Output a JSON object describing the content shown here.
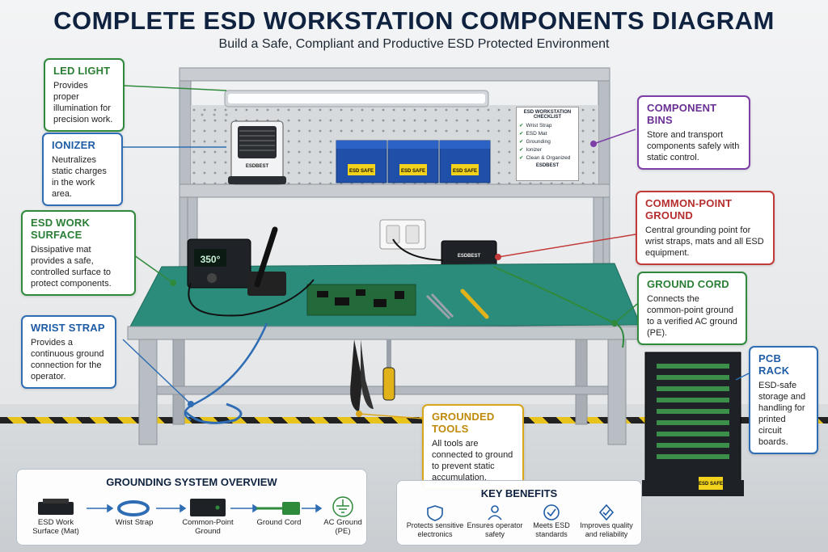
{
  "title": "COMPLETE ESD WORKSTATION COMPONENTS DIAGRAM",
  "subtitle": "Build a Safe, Compliant and Productive ESD Protected Environment",
  "colors": {
    "green": "#2f8a3c",
    "blue": "#2e6db3",
    "purple": "#7d3ea8",
    "red": "#c23a3a",
    "yellow": "#d9a61a",
    "mat": "#2c8c7c"
  },
  "callouts": {
    "led_light": {
      "title": "LED LIGHT",
      "text": "Provides proper illumination for precision work."
    },
    "ionizer": {
      "title": "IONIZER",
      "text": "Neutralizes static charges in the work area."
    },
    "esd_work_surface": {
      "title": "ESD WORK SURFACE",
      "text": "Dissipative mat provides a safe, controlled surface to protect components."
    },
    "wrist_strap": {
      "title": "WRIST STRAP",
      "text": "Provides a continuous ground connection for the operator."
    },
    "component_bins": {
      "title": "COMPONENT BINS",
      "text": "Store and transport components safely with static control."
    },
    "common_point_ground": {
      "title": "COMMON-POINT GROUND",
      "text": "Central grounding point for wrist straps, mats and all ESD equipment."
    },
    "ground_cord": {
      "title": "GROUND CORD",
      "text": "Connects the common-point ground to a verified AC ground (PE)."
    },
    "pcb_rack": {
      "title": "PCB RACK",
      "text": "ESD-safe storage and handling for printed circuit boards."
    },
    "grounded_tools": {
      "title": "GROUNDED TOOLS",
      "text": "All tools are connected to ground to prevent static accumulation."
    }
  },
  "checklist": {
    "title": "ESD WORKSTATION CHECKLIST",
    "items": [
      "Wrist Strap",
      "ESD Mat",
      "Grounding",
      "Ionizer",
      "Clean & Organized"
    ],
    "brand": "ESDBEST"
  },
  "device_labels": {
    "ionizer_brand": "ESDBEST",
    "ground_box_brand": "ESDBEST",
    "station_display": "350°",
    "bin_label": "ESD SAFE",
    "rack_label": "ESD SAFE"
  },
  "grounding_overview": {
    "title": "GROUNDING SYSTEM OVERVIEW",
    "items": [
      {
        "label": "ESD Work Surface (Mat)",
        "icon": "mat-icon"
      },
      {
        "label": "Wrist Strap",
        "icon": "wrist-strap-icon"
      },
      {
        "label": "Common-Point Ground",
        "icon": "ground-box-icon"
      },
      {
        "label": "Ground Cord",
        "icon": "ground-cord-icon"
      },
      {
        "label": "AC Ground (PE)",
        "icon": "earth-ground-icon"
      }
    ]
  },
  "key_benefits": {
    "title": "KEY BENEFITS",
    "items": [
      {
        "label": "Protects sensitive electronics",
        "icon": "shield-icon"
      },
      {
        "label": "Ensures operator safety",
        "icon": "operator-icon"
      },
      {
        "label": "Meets ESD standards",
        "icon": "check-badge-icon"
      },
      {
        "label": "Improves quality and reliability",
        "icon": "quality-icon"
      }
    ]
  }
}
